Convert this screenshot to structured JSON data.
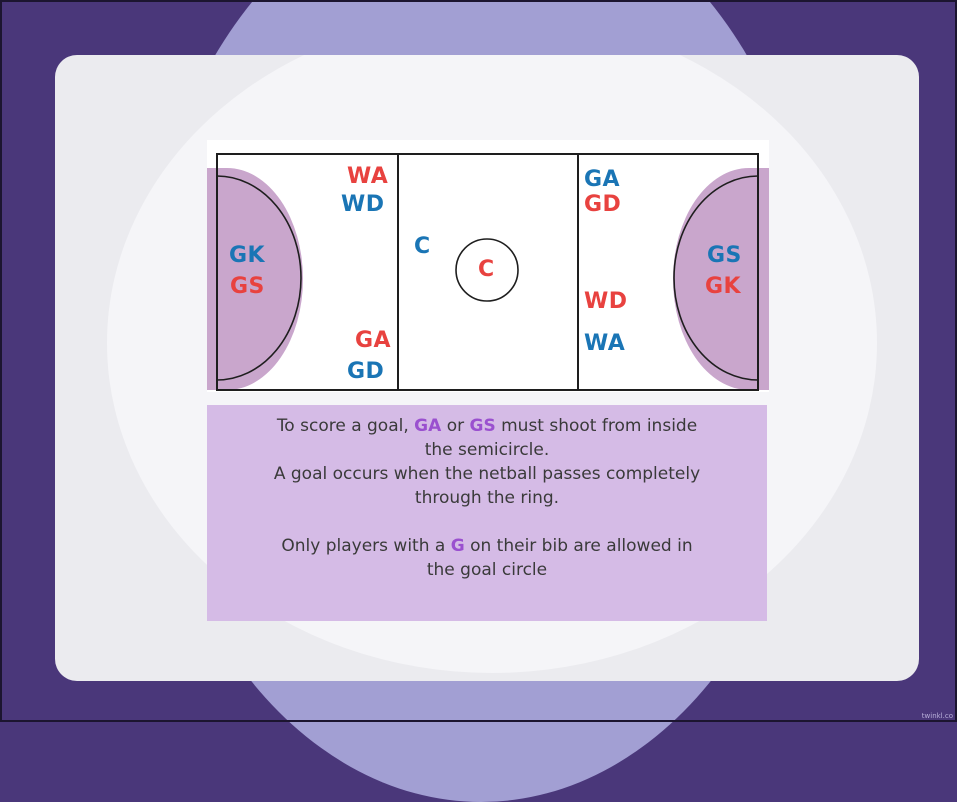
{
  "court": {
    "center_circle_label": "C",
    "left_circle": [
      "GK",
      "GS"
    ],
    "right_circle": [
      "GS",
      "GK"
    ],
    "left_third_top": [
      "WA",
      "WD"
    ],
    "left_third_bottom": [
      "GA",
      "GD"
    ],
    "center_third_c": "C",
    "right_third_top": [
      "GA",
      "GD"
    ],
    "right_third_bottom": [
      "WD",
      "WA"
    ]
  },
  "info": {
    "line1_pre": "To score a goal, ",
    "line1_ga": "GA",
    "line1_or": " or ",
    "line1_gs": "GS",
    "line1_post": " must shoot from inside",
    "line2": "the semicircle.",
    "line3": "A goal occurs when the netball passes completely",
    "line4": "through the ring.",
    "line5_pre": "Only players with a ",
    "line5_g": "G",
    "line5_post": " on their bib are allowed in",
    "line6": "the goal circle"
  },
  "watermark": "twinkl.co",
  "colors": {
    "team_red": "#e8423f",
    "team_blue": "#1a75b5",
    "highlight_purple": "#9a50cf",
    "goal_area": "#c9a6cc",
    "info_box": "#d5bbe6",
    "background": "#4a377a"
  }
}
